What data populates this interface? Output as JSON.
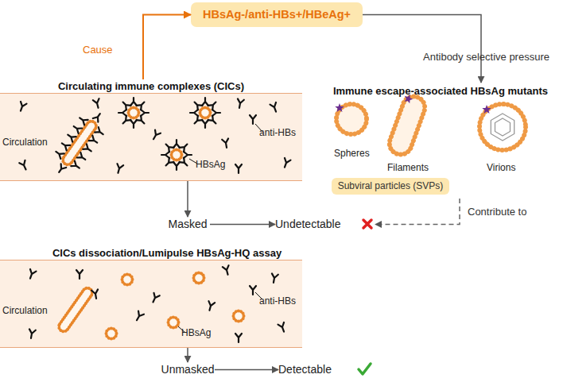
{
  "diagram": {
    "nodes": [
      {
        "text": [
          "HBsAg-/anti-HBs+/HBeAg+"
        ]
      },
      {
        "text": [
          "Circulating immune complexes (CICs)",
          "Circulation"
        ]
      },
      {
        "text": [
          "Immune escape-associated HBsAg mutants"
        ]
      },
      {
        "text": [
          "Subviral particles (SVPs)"
        ],
        "in": 2
      },
      {
        "text": [
          "Masked"
        ]
      },
      {
        "text": [
          "Undetectable"
        ]
      },
      {
        "text": [
          "CICs dissociation/Lumipulse HBsAg-HQ assay",
          "Circulation"
        ]
      },
      {
        "text": [
          "Unmasked"
        ]
      },
      {
        "text": [
          "Detectable"
        ]
      }
    ],
    "edges": [
      {
        "from": 1,
        "to": 0,
        "label": "Cause",
        "arrow": "to"
      },
      {
        "from": 0,
        "to": 2,
        "label": "Antibody selective pressure",
        "arrow": "to"
      },
      {
        "from": 1,
        "to": 4,
        "arrow": "to"
      },
      {
        "from": 4,
        "to": 5,
        "arrow": "to"
      },
      {
        "from": 2,
        "to": 5,
        "label": "Contribute to",
        "arrow": "to"
      },
      {
        "from": 6,
        "to": 7,
        "arrow": "to"
      },
      {
        "from": 7,
        "to": 8,
        "arrow": "to"
      }
    ],
    "labels": [
      "anti-HBs",
      "HBsAg",
      "Spheres",
      "Filaments",
      "Virions",
      "anti-HBs",
      "HBsAg"
    ]
  }
}
